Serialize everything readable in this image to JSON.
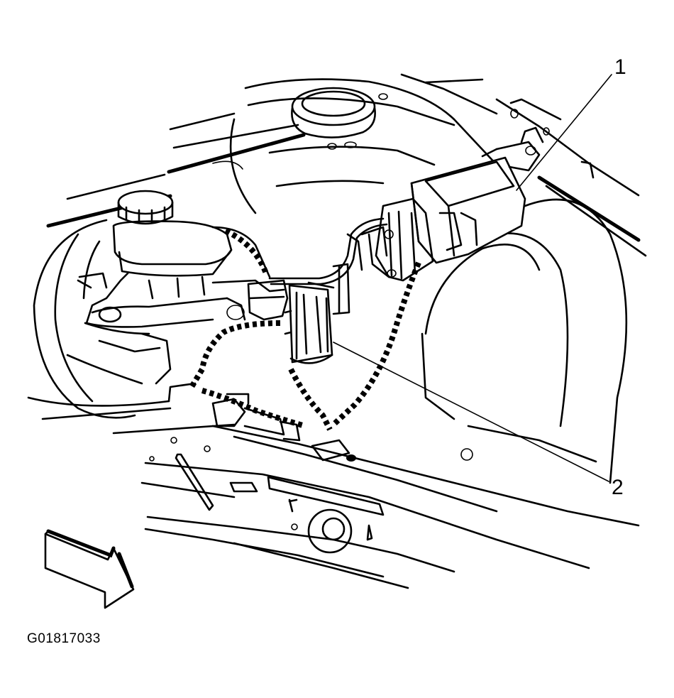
{
  "callouts": [
    {
      "id": "1",
      "text": "1",
      "target": "control-module"
    },
    {
      "id": "2",
      "text": "2",
      "target": "harness-connector"
    }
  ],
  "figure_id": "G01817033",
  "colors": {
    "ink": "#000000",
    "paper": "#ffffff"
  },
  "icons": {
    "view_arrow": "front-direction-arrow-icon"
  }
}
